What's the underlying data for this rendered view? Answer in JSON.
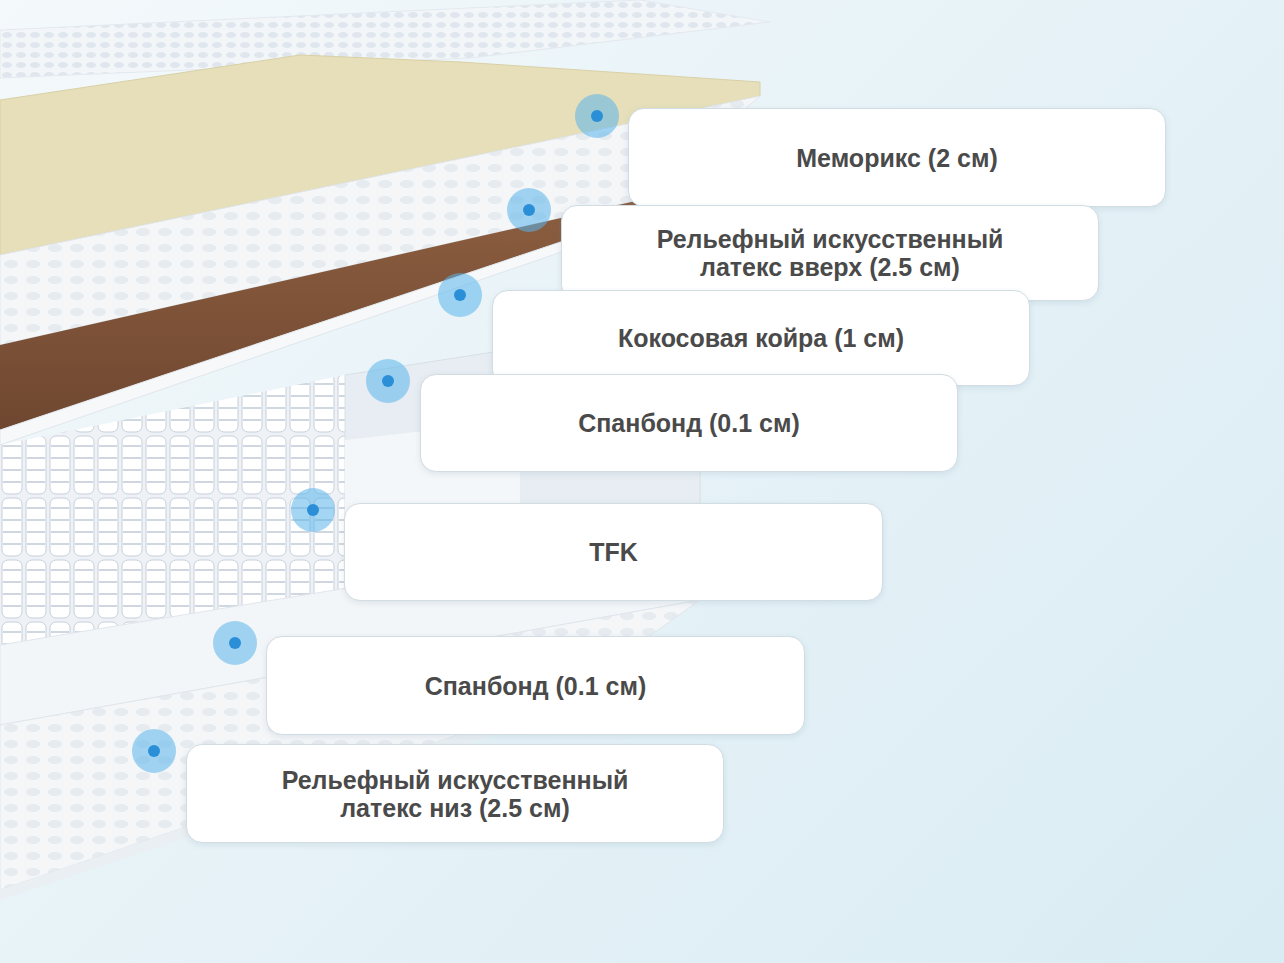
{
  "diagram": {
    "nodes": [
      {
        "text": [
          "Меморикс (2 см)"
        ]
      },
      {
        "text": [
          "Рельефный искусственный латекс вверх (2.5 см)"
        ]
      },
      {
        "text": [
          "Кокосовая койра (1 см)"
        ]
      },
      {
        "text": [
          "Спанбонд (0.1 см)"
        ]
      },
      {
        "text": [
          "TFK"
        ]
      },
      {
        "text": [
          "Спанбонд (0.1 см)"
        ]
      },
      {
        "text": [
          "Рельефный искусственный латекс низ (2.5 см)"
        ]
      }
    ]
  }
}
